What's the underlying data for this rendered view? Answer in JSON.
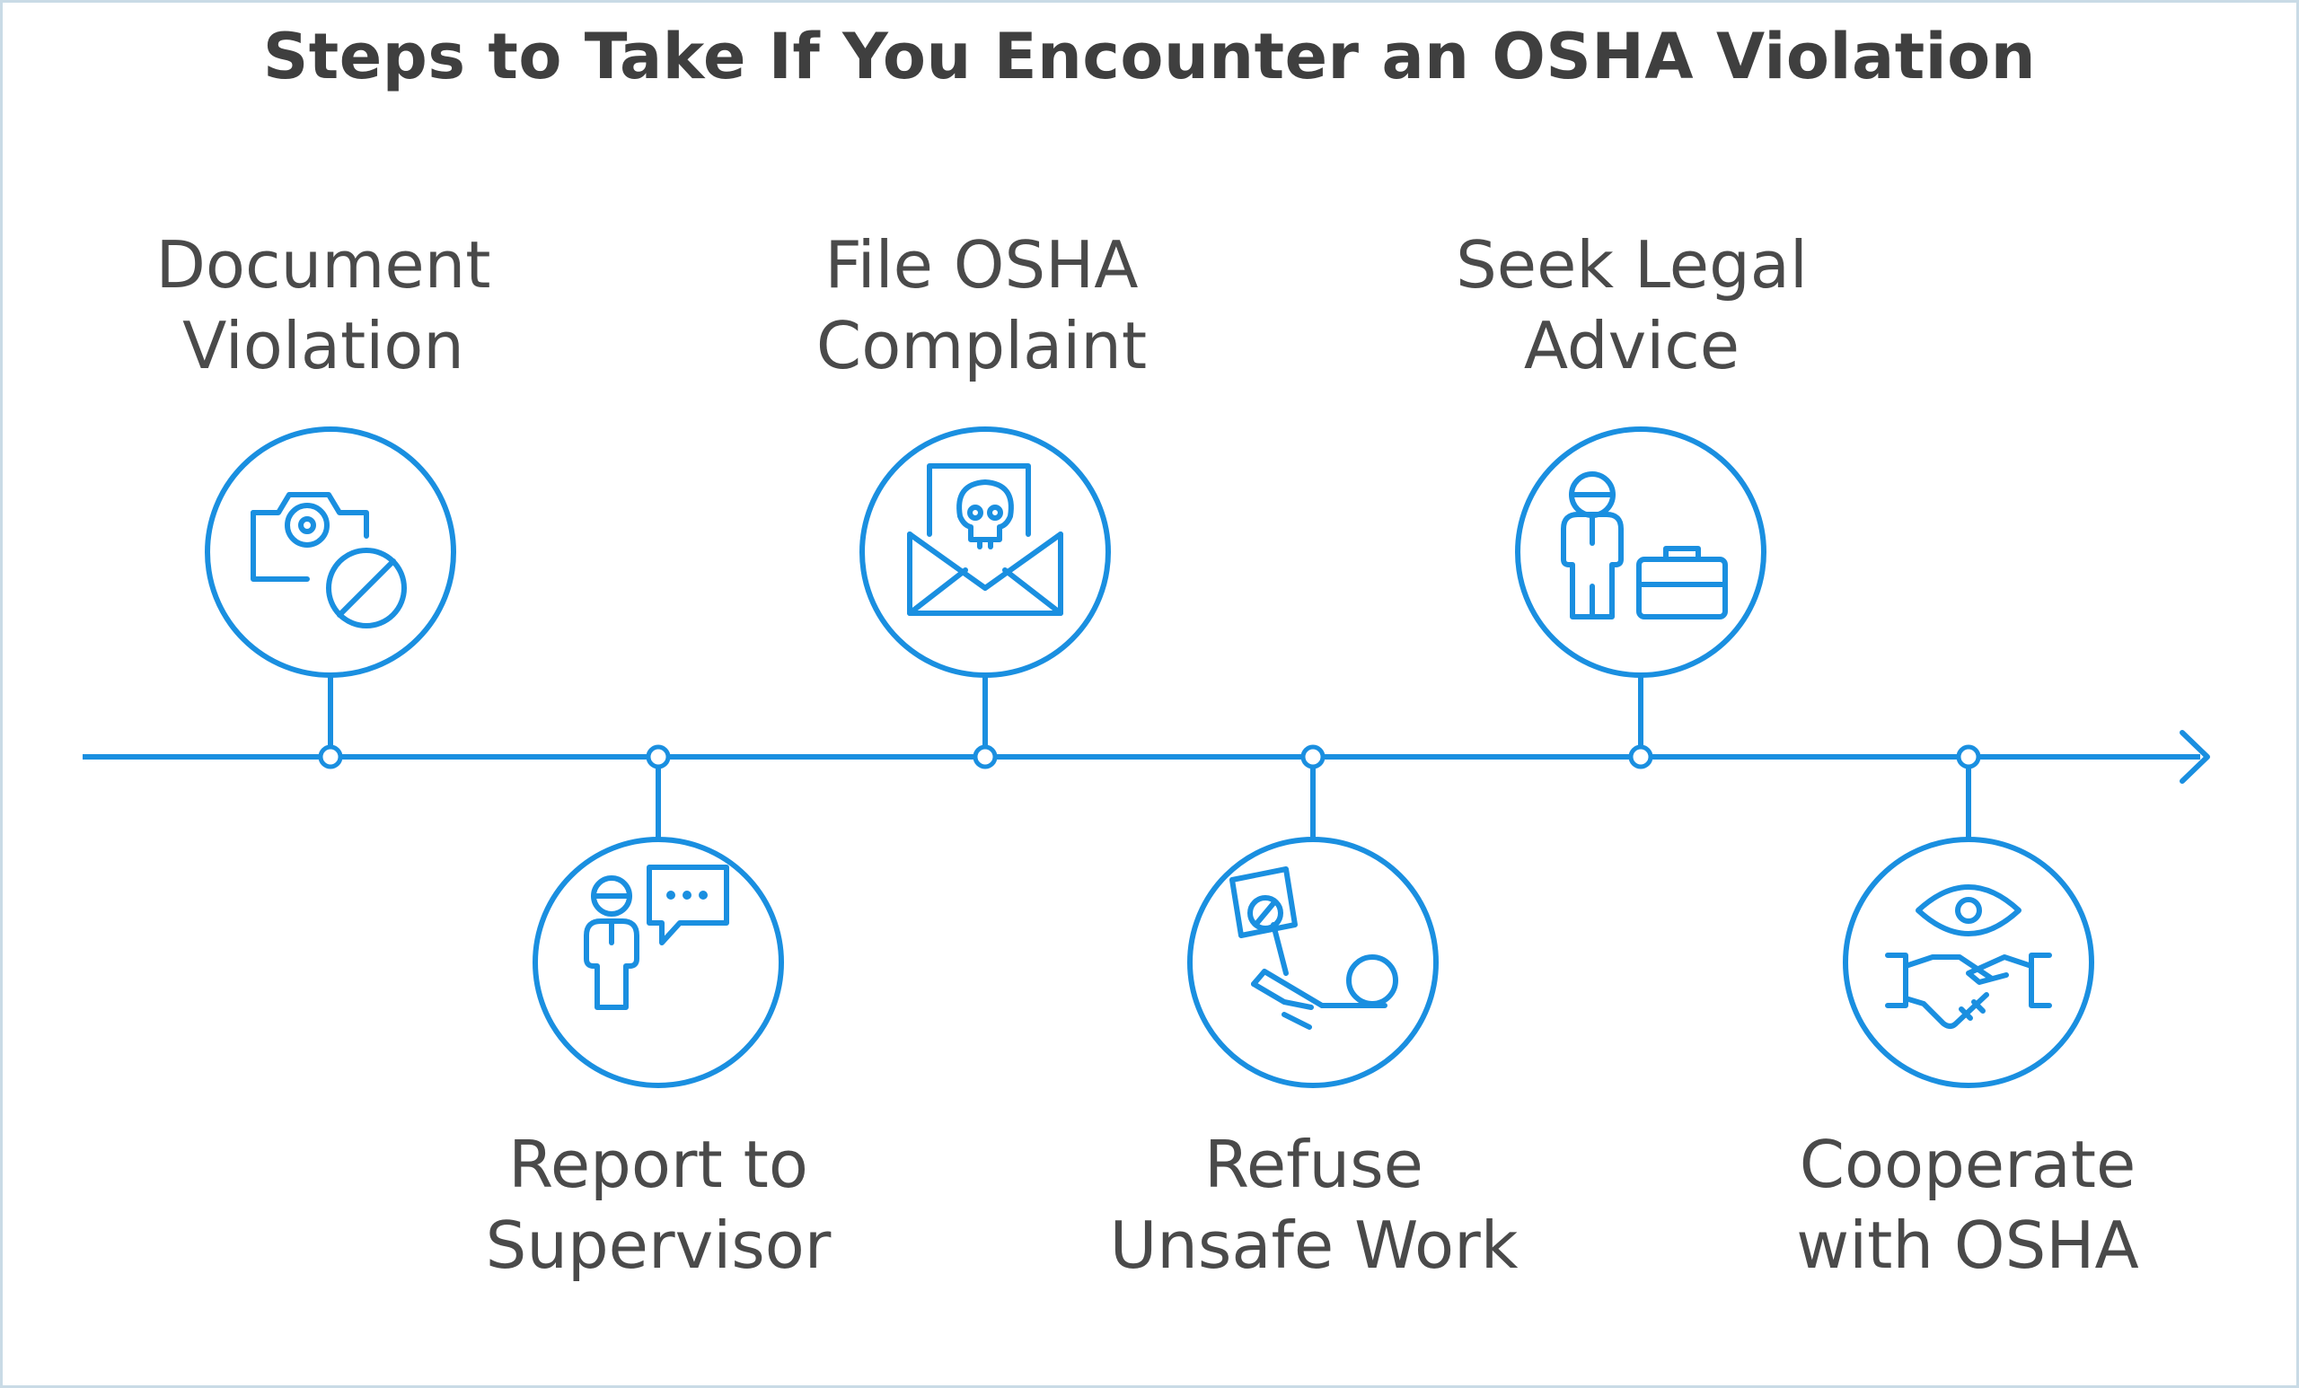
{
  "title": "Steps to Take If You Encounter an OSHA Violation",
  "accent_color": "#1a8fe0",
  "steps": [
    {
      "line1": "Document",
      "line2": "Violation",
      "icon": "camera-prohibited-icon",
      "position": "above"
    },
    {
      "line1": "Report to",
      "line2": "Supervisor",
      "icon": "person-speech-bubble-icon",
      "position": "below"
    },
    {
      "line1": "File OSHA",
      "line2": "Complaint",
      "icon": "envelope-skull-letter-icon",
      "position": "above"
    },
    {
      "line1": "Refuse",
      "line2": "Unsafe Work",
      "icon": "prohibited-sign-person-icon",
      "position": "below"
    },
    {
      "line1": "Seek Legal",
      "line2": "Advice",
      "icon": "lawyer-briefcase-icon",
      "position": "above"
    },
    {
      "line1": "Cooperate",
      "line2": "with OSHA",
      "icon": "eye-handshake-icon",
      "position": "below"
    }
  ]
}
